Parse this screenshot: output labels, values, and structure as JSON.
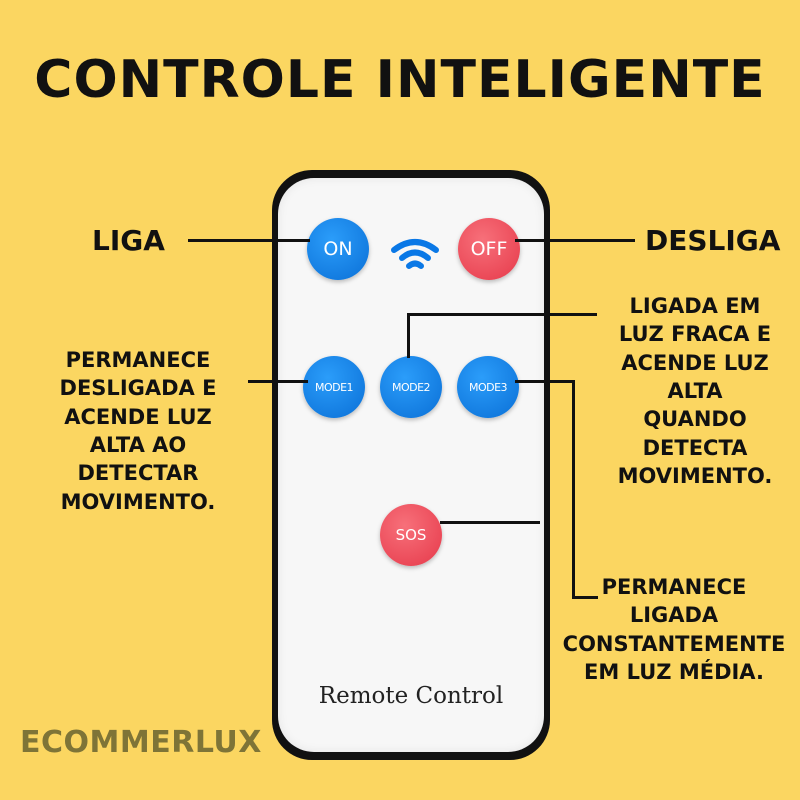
{
  "title": "CONTROLE INTELIGENTE",
  "remote": {
    "label": "Remote Control",
    "buttons": {
      "on": "ON",
      "off": "OFF",
      "mode1": "MODE1",
      "mode2": "MODE2",
      "mode3": "MODE3",
      "sos": "SOS"
    }
  },
  "labels": {
    "on": "LIGA",
    "off": "DESLIGA",
    "mode1": [
      "PERMANECE",
      "DESLIGADA E",
      "ACENDE LUZ",
      "ALTA AO",
      "DETECTAR",
      "MOVIMENTO."
    ],
    "mode2": [
      "LIGADA EM",
      "LUZ FRACA E",
      "ACENDE LUZ",
      "ALTA",
      "QUANDO",
      "DETECTA",
      "MOVIMENTO."
    ],
    "mode3": [
      "PERMANECE",
      "LIGADA",
      "CONSTANTEMENTE",
      "EM LUZ MÉDIA."
    ]
  },
  "brand": "ECOMMERLUX",
  "colors": {
    "background": "#fbd661",
    "button_blue": "#1487ee",
    "button_red": "#ef5562"
  }
}
